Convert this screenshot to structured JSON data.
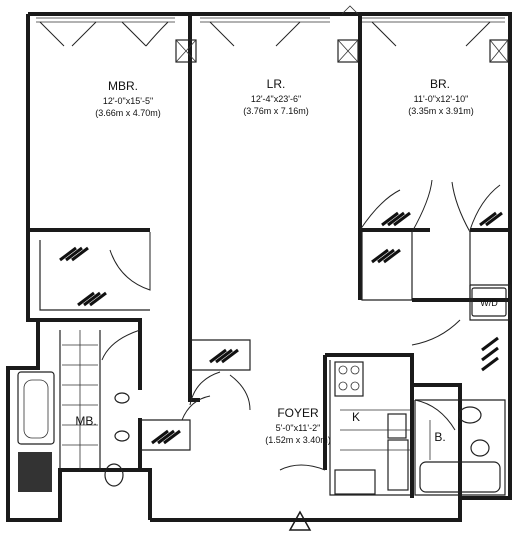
{
  "rooms": {
    "mbr": {
      "name": "MBR.",
      "dim_ft": "12'-0\"x15'-5\"",
      "dim_m": "(3.66m x 4.70m)"
    },
    "lr": {
      "name": "LR.",
      "dim_ft": "12'-4\"x23'-6\"",
      "dim_m": "(3.76m x 7.16m)"
    },
    "br": {
      "name": "BR.",
      "dim_ft": "11'-0\"x12'-10\"",
      "dim_m": "(3.35m x 3.91m)"
    },
    "foyer": {
      "name": "FOYER",
      "dim_ft": "5'-0\"x11'-2\"",
      "dim_m": "(1.52m x 3.40m)"
    },
    "kitchen": {
      "name": "K"
    },
    "master_bath": {
      "name": "MB."
    },
    "bath": {
      "name": "B."
    },
    "laundry": {
      "name": "W/D"
    }
  },
  "icons": [
    "north-arrow-icon",
    "column-icon"
  ],
  "colors": {
    "ink": "#1a1a1a",
    "background": "#ffffff"
  }
}
